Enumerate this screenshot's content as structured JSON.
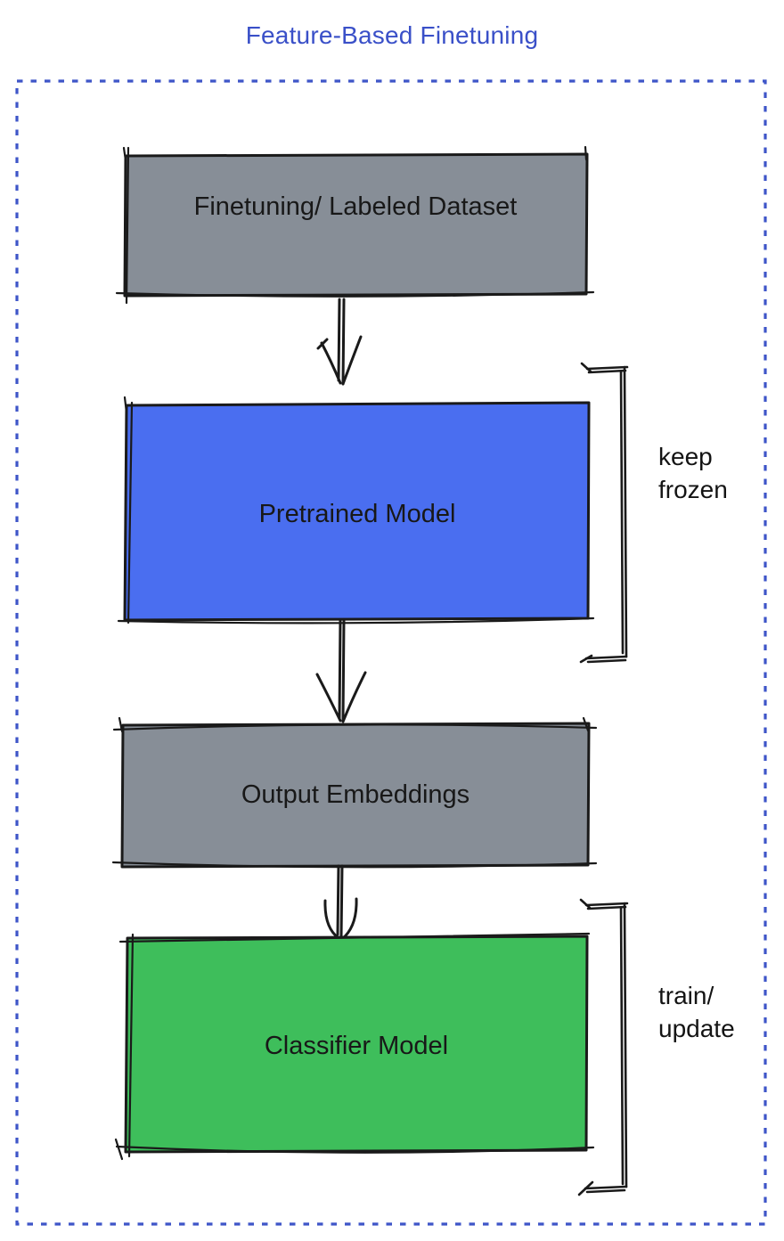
{
  "title": "Feature-Based Finetuning",
  "colors": {
    "title_blue": "#3A50C8",
    "border_blue": "#3E55C8",
    "box_gray": "#878E97",
    "box_blue": "#4A6EF0",
    "box_green": "#3EBE5B",
    "ink": "#1A1A1A"
  },
  "boxes": [
    {
      "label": "Finetuning/ Labeled Dataset",
      "fill": "gray"
    },
    {
      "label": "Pretrained Model",
      "fill": "blue"
    },
    {
      "label": "Output Embeddings",
      "fill": "gray"
    },
    {
      "label": "Classifier Model",
      "fill": "green"
    }
  ],
  "annotations": [
    {
      "line1": "keep",
      "line2": "frozen"
    },
    {
      "line1": "train/",
      "line2": "update"
    }
  ]
}
